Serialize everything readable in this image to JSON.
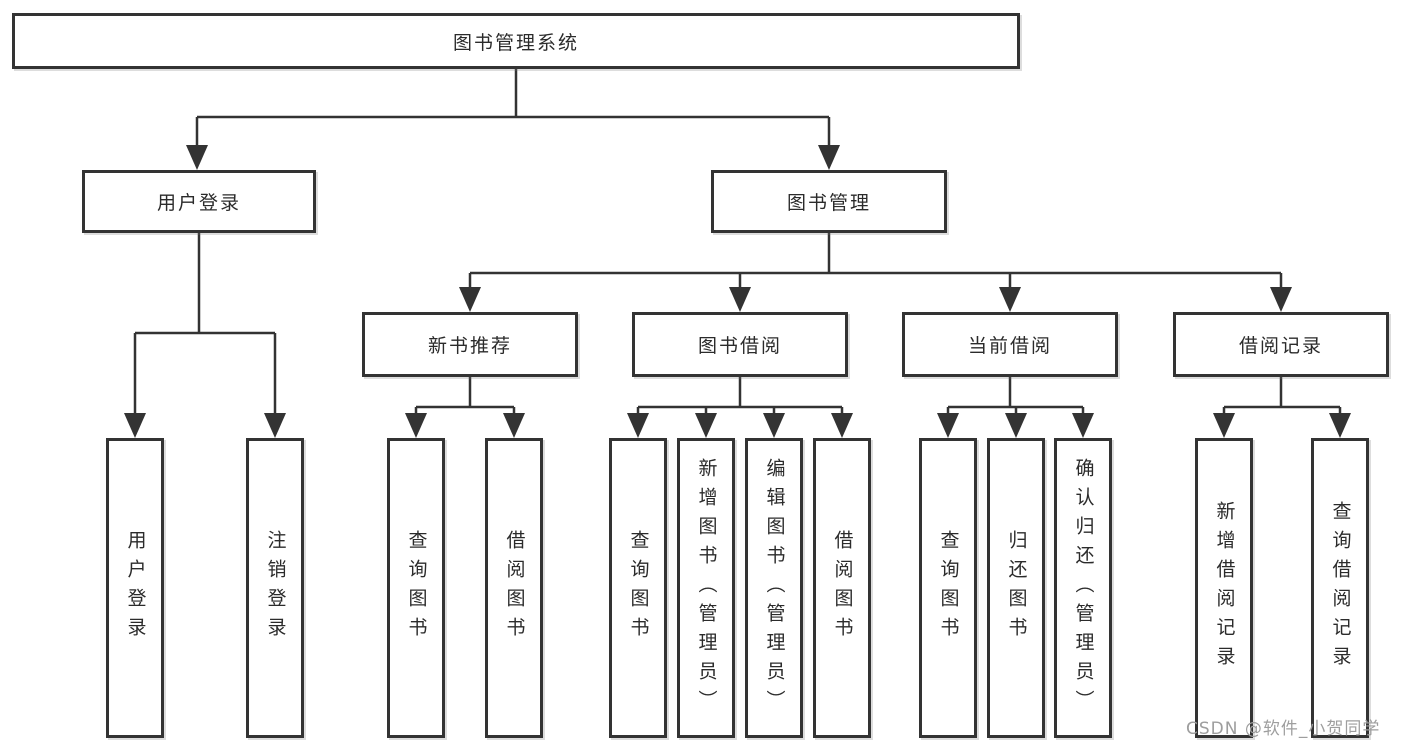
{
  "diagram": {
    "root": {
      "label": "图书管理系统"
    },
    "branches": [
      {
        "label": "用户登录",
        "children": [
          {
            "label": "用户登录"
          },
          {
            "label": "注销登录"
          }
        ]
      },
      {
        "label": "图书管理",
        "children": [
          {
            "label": "新书推荐",
            "children": [
              {
                "label": "查询图书"
              },
              {
                "label": "借阅图书"
              }
            ]
          },
          {
            "label": "图书借阅",
            "children": [
              {
                "label": "查询图书"
              },
              {
                "label": "新增图书（管理员）"
              },
              {
                "label": "编辑图书（管理员）"
              },
              {
                "label": "借阅图书"
              }
            ]
          },
          {
            "label": "当前借阅",
            "children": [
              {
                "label": "查询图书"
              },
              {
                "label": "归还图书"
              },
              {
                "label": "确认归还（管理员）"
              }
            ]
          },
          {
            "label": "借阅记录",
            "children": [
              {
                "label": "新增借阅记录"
              },
              {
                "label": "查询借阅记录"
              }
            ]
          }
        ]
      }
    ]
  },
  "colors": {
    "line": "#333333",
    "text": "#2b2b2b",
    "box_background": "#ffffff",
    "watermark": "#9e9e9e"
  },
  "watermark": {
    "text": "CSDN @软件_小贺同学"
  }
}
